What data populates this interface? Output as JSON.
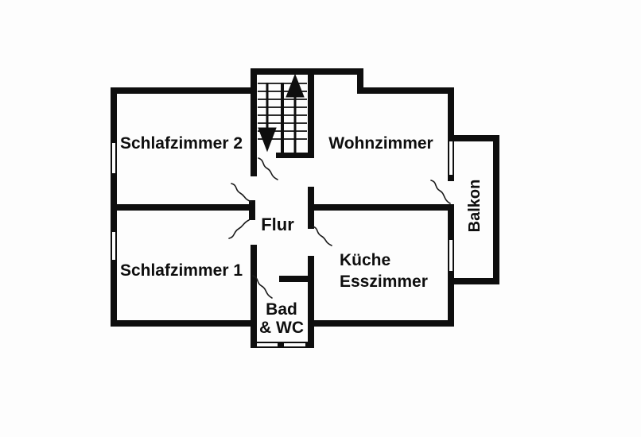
{
  "rooms": {
    "schlafzimmer2": "Schlafzimmer 2",
    "wohnzimmer": "Wohnzimmer",
    "flur": "Flur",
    "schlafzimmer1": "Schlafzimmer 1",
    "kueche_line1": "Küche",
    "kueche_line2": "Esszimmer",
    "bad_line1": "Bad",
    "bad_line2": "& WC",
    "balkon": "Balkon"
  },
  "icons": {
    "stairs_up": "up-arrow",
    "stairs_down": "down-arrow",
    "door_swing": "door-swing-arc",
    "window": "window-symbol"
  },
  "colors": {
    "wall": "#0e0e0e",
    "text": "#0e0e0e",
    "background": "#fdfdfd"
  }
}
